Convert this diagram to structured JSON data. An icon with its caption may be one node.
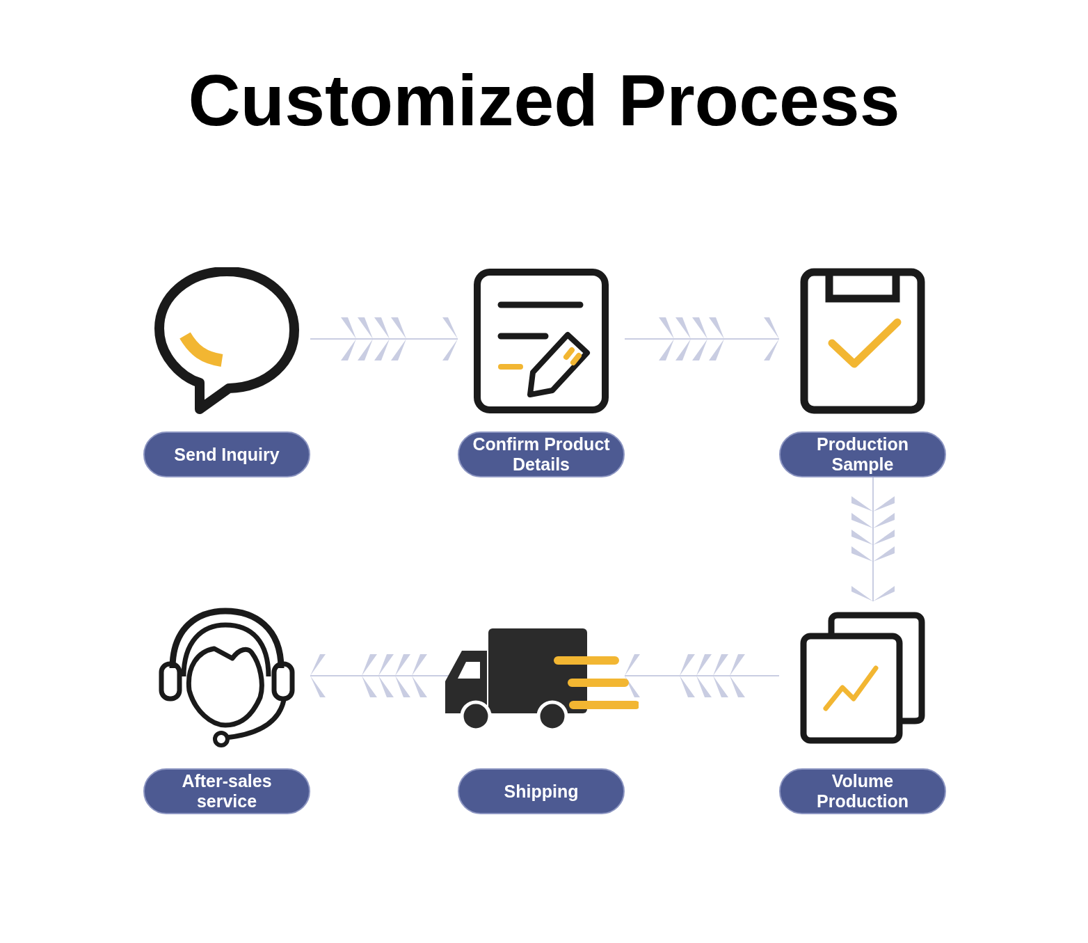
{
  "diagram": {
    "title": "Customized Process",
    "nodes": [
      {
        "text": [
          "Send Inquiry"
        ]
      },
      {
        "text": [
          "Confirm Product Details"
        ]
      },
      {
        "text": [
          "Production Sample"
        ]
      },
      {
        "text": [
          "After-sales service"
        ]
      },
      {
        "text": [
          "Shipping"
        ]
      },
      {
        "text": [
          "Volume Production"
        ]
      }
    ],
    "edges": [
      {
        "from": 0,
        "to": 1,
        "arrow": "to"
      },
      {
        "from": 1,
        "to": 2,
        "arrow": "to"
      },
      {
        "from": 2,
        "to": 5,
        "arrow": "to"
      },
      {
        "from": 5,
        "to": 4,
        "arrow": "to"
      },
      {
        "from": 4,
        "to": 3,
        "arrow": "to"
      }
    ]
  }
}
